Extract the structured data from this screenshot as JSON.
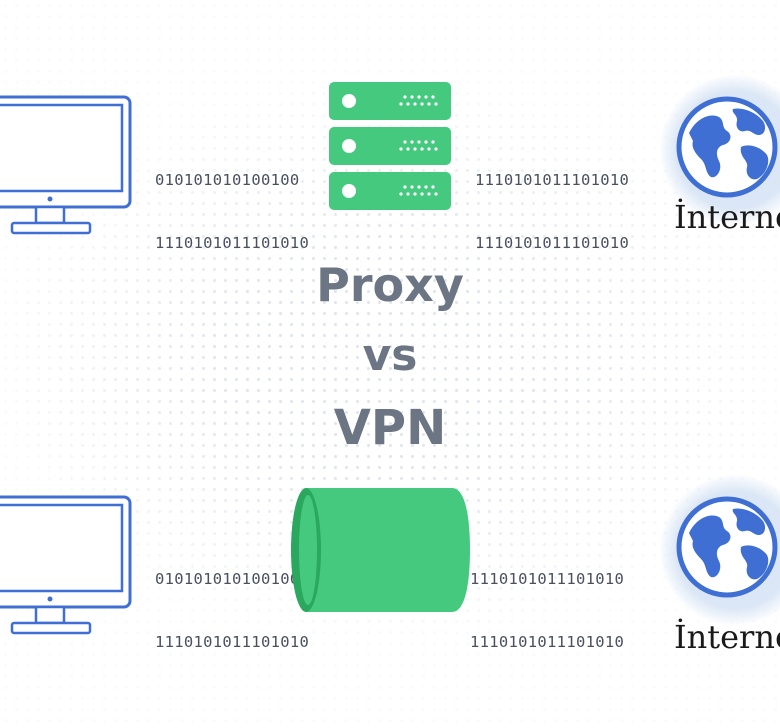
{
  "title": {
    "line1": "Proxy",
    "line2": "vs",
    "line3": "VPN"
  },
  "proxy_row": {
    "left_binary_1": "010101010100100",
    "left_binary_2": "1110101011101010",
    "right_binary_1": "1110101011101010",
    "right_binary_2": "1110101011101010",
    "internet_label": "İnterne"
  },
  "vpn_row": {
    "left_binary_1": "010101010100100",
    "left_binary_2": "1110101011101010",
    "right_binary_1": "1110101011101010",
    "right_binary_2": "1110101011101010",
    "internet_label": "İnterne"
  },
  "colors": {
    "accent_green": "#44c97f",
    "green_dark": "#2aa85e",
    "icon_blue": "#3f6fd3",
    "title_gray": "#6b7584"
  },
  "icons": [
    "monitor-icon",
    "server-stack-icon",
    "globe-icon",
    "tunnel-icon"
  ]
}
